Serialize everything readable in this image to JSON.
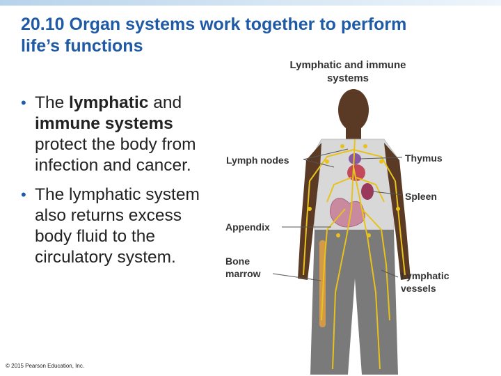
{
  "title": "20.10 Organ systems work together to perform life’s functions",
  "bullets": [
    {
      "pre": "The ",
      "bold1": "lymphatic",
      "mid": " and ",
      "bold2": "immune systems",
      "post": " protect the body from infection and cancer."
    },
    {
      "text": "The lymphatic system also returns excess body fluid to the circulatory system."
    }
  ],
  "figure": {
    "title": "Lymphatic and immune systems",
    "labels": {
      "lymph_nodes": "Lymph nodes",
      "thymus": "Thymus",
      "spleen": "Spleen",
      "appendix": "Appendix",
      "bone_marrow": "Bone marrow",
      "lymphatic_vessels": "Lymphatic vessels"
    }
  },
  "copyright": "© 2015 Pearson Education, Inc.",
  "colors": {
    "title": "#1f5aa6",
    "bullet_marker": "#1f5aa6",
    "vessel": "#e8c21a"
  }
}
